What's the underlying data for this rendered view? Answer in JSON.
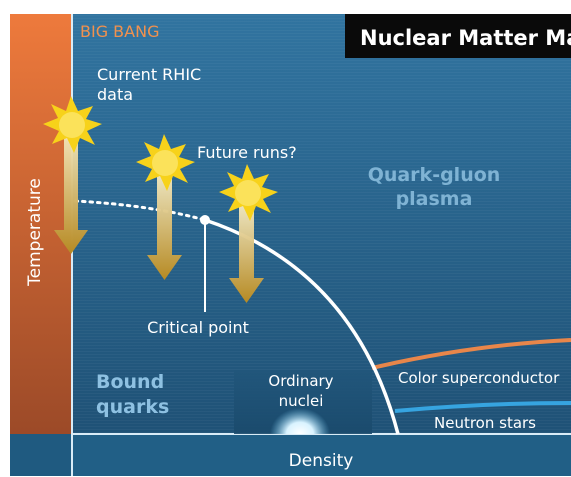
{
  "title": "Nuclear Matter Map",
  "labels": {
    "big_bang": "BIG BANG",
    "current_rhic_line1": "Current RHIC",
    "current_rhic_line2": "data",
    "future_runs": "Future runs?",
    "qgp_line1": "Quark-gluon",
    "qgp_line2": "plasma",
    "critical_point": "Critical point",
    "bound_line1": "Bound",
    "bound_line2": "quarks",
    "ordinary_line1": "Ordinary",
    "ordinary_line2": "nuclei",
    "color_superconductor": "Color superconductor",
    "neutron_stars": "Neutron stars",
    "x_axis": "Density",
    "y_axis": "Temperature"
  },
  "icons": [
    "starburst-icon",
    "down-arrow-icon",
    "glow-icon"
  ],
  "colors": {
    "background_top": "#2f6e96",
    "background_bottom": "#1c4d70",
    "axis_bar": "#215f85",
    "temperature_bar_top": "#e8743a",
    "temperature_bar_bottom": "#a8532c",
    "big_bang": "#f1914e",
    "title_bg": "#0a0a0a",
    "qgp_text": "#7fb3d4",
    "bound_text": "#8ec1e2",
    "star": "#f7d21a",
    "arrow_top": "#f3e3a8",
    "arrow_bottom": "#b98f2a",
    "phase_line": "#ffffff",
    "color_superconductor_curve": "#e8864a",
    "neutron_star_curve": "#36a4e0"
  }
}
